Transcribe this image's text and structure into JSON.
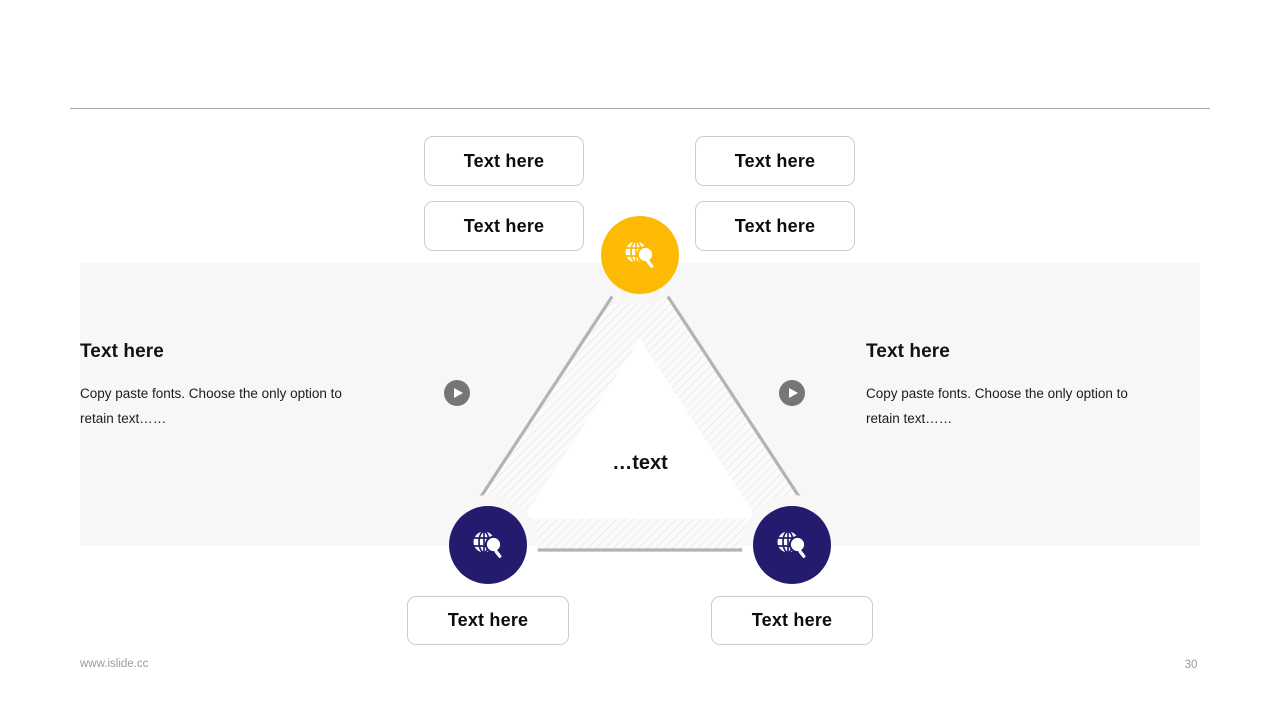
{
  "slide": {
    "page_number": "30",
    "footer_url": "www.islide.cc",
    "center_label": "…text"
  },
  "colors": {
    "accent_yellow": "#fcba02",
    "accent_navy": "#231b6e",
    "band_gray": "#f7f7f7",
    "rule_gray": "#a6a6a6",
    "pill_border": "#cdcdcd",
    "play_gray": "#767676",
    "triangle_stroke": "#b3b3b3"
  },
  "pills": [
    {
      "label": "Text here",
      "position": "top-left-upper"
    },
    {
      "label": "Text here",
      "position": "top-left-lower"
    },
    {
      "label": "Text here",
      "position": "top-right-upper"
    },
    {
      "label": "Text here",
      "position": "top-right-lower"
    },
    {
      "label": "Text here",
      "position": "bottom-left"
    },
    {
      "label": "Text here",
      "position": "bottom-right"
    }
  ],
  "nodes": [
    {
      "icon": "globe-search-icon",
      "color": "#fcba02",
      "position": "apex"
    },
    {
      "icon": "globe-search-icon",
      "color": "#231b6e",
      "position": "bottom-left"
    },
    {
      "icon": "globe-search-icon",
      "color": "#231b6e",
      "position": "bottom-right"
    }
  ],
  "side_blocks": {
    "left": {
      "heading": "Text here",
      "body": "Copy paste fonts. Choose the only option to retain text……"
    },
    "right": {
      "heading": "Text here",
      "body": "Copy paste fonts. Choose the only option to retain text……"
    }
  },
  "connectors": [
    {
      "icon": "play-icon",
      "side": "left"
    },
    {
      "icon": "play-icon",
      "side": "right"
    }
  ]
}
